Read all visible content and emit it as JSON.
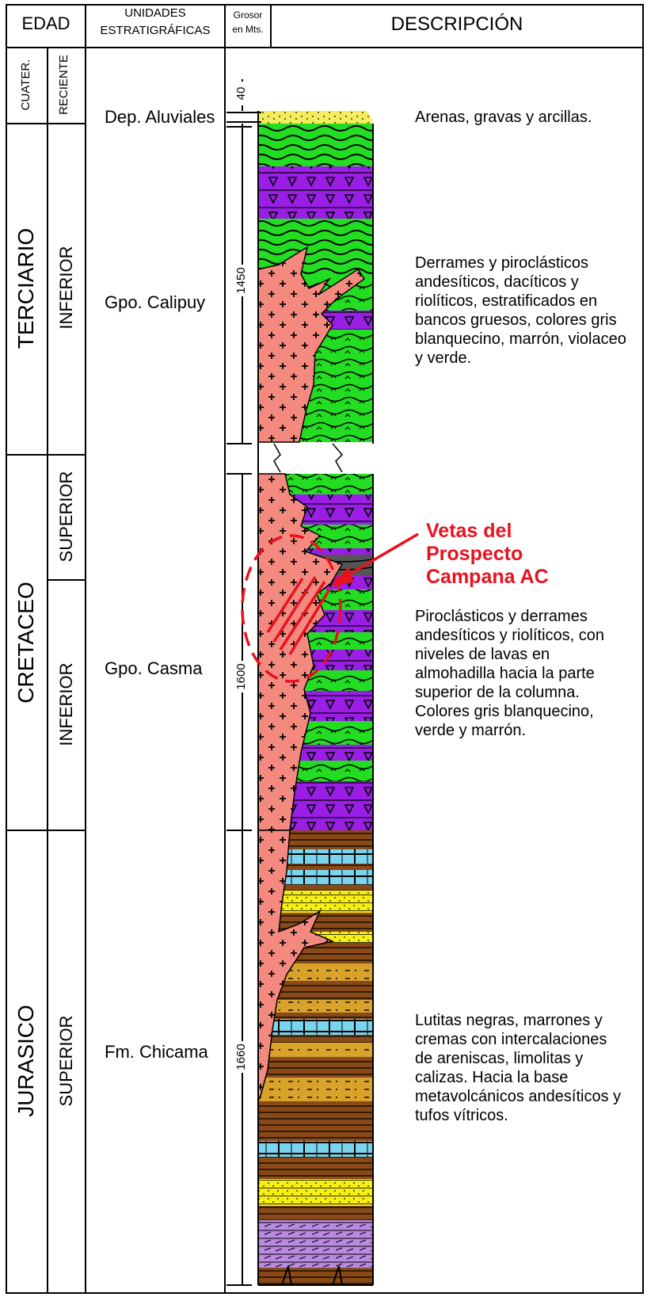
{
  "headers": {
    "edad": "EDAD",
    "unidades_l1": "UNIDADES",
    "unidades_l2": "ESTRATIGRÁFICAS",
    "grosor_l1": "Grosor",
    "grosor_l2": "en Mts.",
    "descripcion": "DESCRIPCIÓN"
  },
  "periods": [
    {
      "name": "CUATER.",
      "epochs": [
        "RECIENTE"
      ]
    },
    {
      "name": "TERCIARIO",
      "epochs": [
        "INFERIOR"
      ]
    },
    {
      "name": "CRETACEO",
      "epochs": [
        "SUPERIOR",
        "INFERIOR"
      ]
    },
    {
      "name": "JURASICO",
      "epochs": [
        "SUPERIOR"
      ]
    }
  ],
  "units": [
    {
      "name": "Dep. Aluviales",
      "thickness": "40",
      "description": "Arenas, gravas y arcillas."
    },
    {
      "name": "Gpo. Calipuy",
      "thickness": "1450",
      "description": "Derrames y piroclásticos andesíticos, dacíticos y riolíticos, estratificados en bancos gruesos, colores gris blanquecino, marrón, violaceo y verde."
    },
    {
      "name": "Gpo. Casma",
      "thickness": "1600",
      "description": "Piroclásticos y derrames andesíticos y riolíticos, con niveles de lavas en almohadilla hacia la parte superior de la columna. Colores gris blanquecino, verde y marrón."
    },
    {
      "name": "Fm. Chicama",
      "thickness": "1660",
      "description": "Lutitas negras, marrones y cremas con intercalaciones de areniscas, limolitas y calizas. Hacia la base metavolcánicos andesíticos y tufos vítricos."
    }
  ],
  "annotation": {
    "label": "Vetas del Prospecto Campana AC"
  },
  "colors": {
    "alluvium": "#f4ec5a",
    "volcanic_green": "#22dd22",
    "volcanic_violet": "#9a1ee6",
    "intrusive_pink": "#f48a7f",
    "shale_brown": "#8a4a17",
    "limestone_blue": "#7ad4ee",
    "sandstone_yellow": "#f7ef14",
    "siltstone_tan": "#d9a22a",
    "metavolcanic_purple": "#b98ae0",
    "annotation_red": "#e8121f"
  }
}
